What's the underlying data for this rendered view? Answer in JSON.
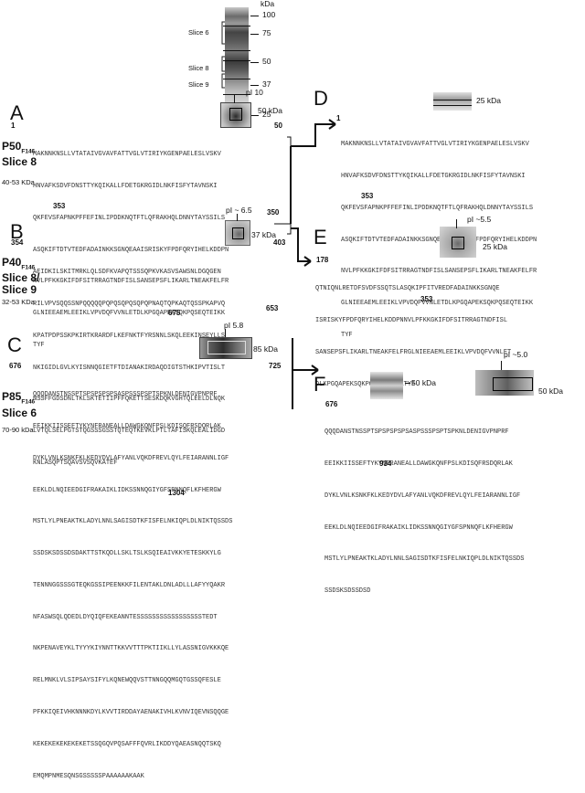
{
  "gel_top": {
    "kda_unit": "kDa",
    "markers": [
      "100",
      "75",
      "50",
      "37",
      "25"
    ],
    "slices": [
      "Slice 6",
      "Slice 8",
      "Slice 9"
    ]
  },
  "panel_A": {
    "letter": "A",
    "pi": "pI 10",
    "mw": "50 kDa",
    "name": "P50",
    "sub": "F146",
    "slice": "Slice 8",
    "range": "40-53 KDa",
    "start": "1",
    "end_top": "50",
    "end_bottom": "353",
    "marker_350": "350",
    "lines": [
      "MAKNNKNSLLVTATAIVGVAVFATTVGLVTIRIYKGENPAELESLVSKV",
      "HNVAFKSDVFDNSTTYKQIKALLFDETGKRGIDLNKFISFYTAVNSKI",
      "QKFEVSFAPNKPFFEFINLIPDDKNQTFTLQFRAKHQLDNNYTAYSSILS",
      "ASQKIFTDTVTEDFADAINKKSGNQEAAISRISKYFPDFQRYIHELKDDPN",
      "NVLPFKKGKIFDFSITRRAGTNDFISLSANSEPSFLIKARLTNEAKFELFR",
      "GLNIEEAEMLEEIKLVPVDQFVVNLETDLKPGQAPEKSQKPQSEQTEIKK",
      "TYF"
    ]
  },
  "panel_B": {
    "letter": "B",
    "pi": "pI ~ 6.5",
    "mw": "37 kDa",
    "name": "P40",
    "sub": "F146",
    "slice": "Slice 8/",
    "slice2": "Slice 9",
    "range": "32-53 KDa",
    "start": "354",
    "end_top": "403",
    "marker_653": "653",
    "end_bottom": "675",
    "lines": [
      "AEIDKILSKITMRKLQLSDFKVAPQTSSSQPKVKASVSAWSNLDGQGEN",
      "RILVPVSQQSSNPQQQQQPQPQSQPQSQPQPNAQTQPKAQTQSSPKAPVQ",
      "KPATPDPSSKPKIRTKRARDFLKEFNKTFYRSNNLSKQLEEKINSEYLLS",
      "NKIGIDLGVLKYISNNQGIETFTDIANAKIRDAQDIGTSTHKIPVTISLT",
      "NSSFFGDSDNLTKLSKTETIIPFFQKETTSESKDQKVGHTQLEELDLNQK",
      "LVTQLSELPGTSTQGSSSGSSTQTEQTKEVKLPTLTAFISKQLEALIDGD",
      "KNLASQPTSQAVSVSQVKATEF"
    ]
  },
  "panel_C": {
    "letter": "C",
    "pi": "pI 5.8",
    "mw": "85 kDa",
    "name": "P85",
    "sub": "F146",
    "slice": "Slice 6",
    "range": "70-90 kDa",
    "start": "676",
    "end_top": "725",
    "end_bottom": "1304",
    "lines": [
      "QQQDANSTNSSPTSPSPSPSPSASPSSSPSPTSPKNLDENIGVPNPRF",
      "EEIKKIISSEFTYKYNFRANEALLDAWGKQNFPSLKDISQFRSDQRLAK",
      "DYKLVNLKSNKFKLKEDYDVLAFYANLVQKDFREVLQYLFEIARANNLIGF",
      "EEKLDLNQIEEDGIFRAKAIKLIDKSSNNQGIYGFSPNNQFLKFHERGW",
      "MSTLYLPNEAKTKLADYLNNLSAGISDTKFISFELNKIQPLDLNIKTQSSDS",
      "SSDSKSDSSDSDAKTTSTKQDLLSKLTSLKSQIEAIVKKYETESKKYLG",
      "TENNNGGSSSGTEQKGSSIPEENKKFILENTAKLDNLADLLLAFYYQAKR",
      "NFASWSQLQDEDLDYQIQFEKEANNTESSSSSSSSSSSSSSSSSTEDT",
      "NKPENAVEYKLTYYYKIYNNTTKKVVTTTPKTIIKLLYLASSNIGVKKKQE",
      "RELMNKLVLSIPSAYSIFYLKQNEWQQVSTTNNGQQMGQTGSSQFESLE",
      "PFKKIQEIVHKNNNKDYLKVVTIRDDAYAENAKIVHLKVNVIQEVNSQQGE",
      "KEKEKEKEKEKEKETSSQGQVPQSAFFFQVRLIKDDYQAEASNQQTSKQ",
      "EMQMPNMESQNSGSSSSSPAAAAAAKAAK"
    ]
  },
  "panel_D": {
    "letter": "D",
    "mw": "25 kDa",
    "start": "1",
    "end_bottom": "353",
    "lines": [
      "MAKNNKNSLLVTATAIVGVAVFATTVGLVTIRIYKGENPAELESLVSKV",
      "HNVAFKSDVFDNSTTYKQIKALLFDETGKRGIDLNKFISFYTAVNSKI",
      "QKFEVSFAPNKPFFEFINLIPDDKNQTFTLQFRAKHQLDNNYTAYSSILS",
      "ASQKIFTDTVTEDFADAINKKSGNQEAAISRISKYFPDFQRYIHELKDDPN",
      "NVLPFKKGKIFDFSITRRAGTNDFISLSANSEPSFLIKARLTNEAKFELFR",
      "GLNIEEAEMLEEIKLVPVDQFVVNLETDLKPGQAPEKSQKPQSEQTEIKK",
      "TYF"
    ]
  },
  "panel_E": {
    "letter": "E",
    "pi": "pI ~5.5",
    "mw": "25 kDa",
    "start": "178",
    "end_bottom": "353",
    "lines": [
      "QTNIQNLRETDFSVDFSSQTSLASQKIPFITVREDFADAINKKSGNQE",
      "ISRISKYFPDFQRYIHELKDDPNNVLPFKKGKIFDFSITRRAGTNDFISL",
      "SANSEPSFLIKARLTNEAKFELFRGLNIEEAEMLEEIKLVPVDQFVVNLET",
      "DLKPGQAPEKSQKPQSEQTEIKKTYF"
    ]
  },
  "panel_F": {
    "letter": "F",
    "pi": "pI ~5.0",
    "mw_left": "50 kDa",
    "mw_right": "50 kDa",
    "start": "676",
    "end_bottom": "934",
    "lines": [
      "QQQDANSTNSSPTSPSPSPSPSASPSSSPSPTSPKNLDENIGVPNPRF",
      "EEIKKIISSEFTYKYNFRANEALLDAWGKQNFPSLKDISQFRSDQRLAK",
      "DYKLVNLKSNKFKLKEDYDVLAFYANLVQKDFREVLQYLFEIARANNLIGF",
      "EEKLDLNQIEEDGIFRAKAIKLIDKSSNNQGIYGFSPNNQFLKFHERGW",
      "MSTLYLPNEAKTKLADYLNNLSAGISDTKFISFELNKIQPLDLNIKTQSSDS",
      "SSDSKSDSSDSD"
    ]
  }
}
